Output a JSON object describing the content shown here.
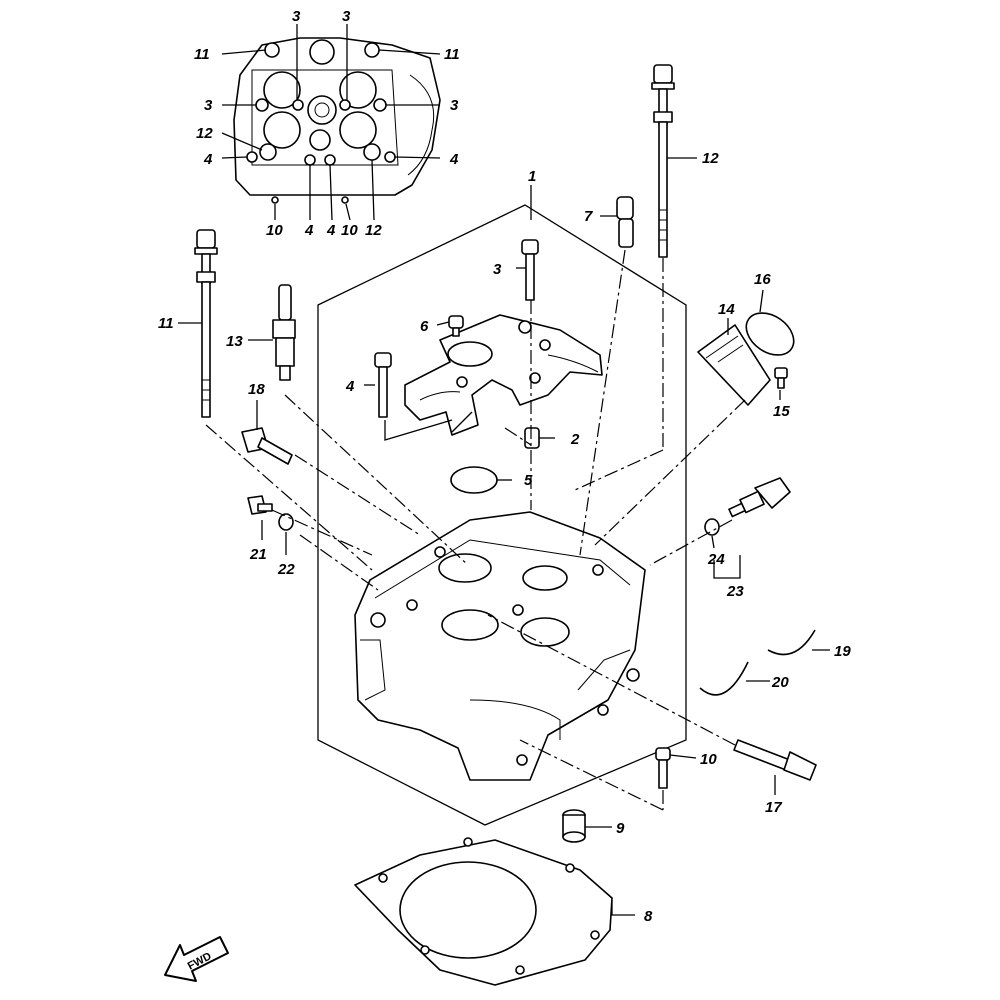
{
  "diagram": {
    "callouts": {
      "c1": "1",
      "c2": "2",
      "c3": "3",
      "c4": "4",
      "c5": "5",
      "c6": "6",
      "c7": "7",
      "c8": "8",
      "c9": "9",
      "c10": "10",
      "c11": "11",
      "c12": "12",
      "c13": "13",
      "c14": "14",
      "c15": "15",
      "c16": "16",
      "c17": "17",
      "c18": "18",
      "c19": "19",
      "c20": "20",
      "c21": "21",
      "c22": "22",
      "c23": "23",
      "c24": "24",
      "inset_3": "3",
      "inset_4": "4",
      "inset_10": "10",
      "inset_11": "11",
      "inset_12": "12"
    },
    "fwd_label": "FWD"
  }
}
